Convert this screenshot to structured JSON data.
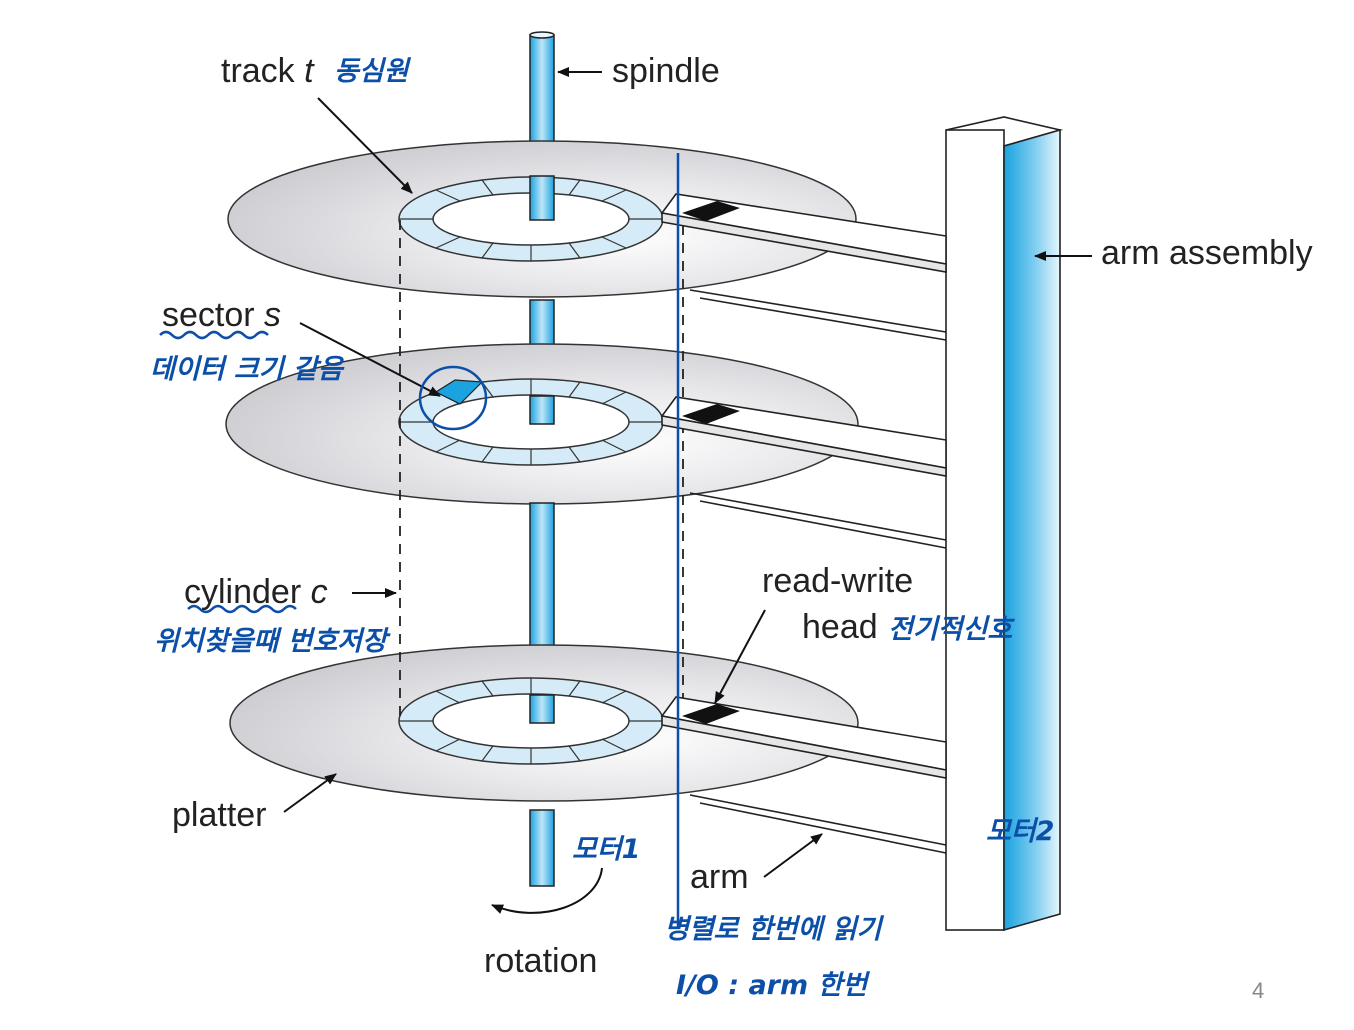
{
  "labels": {
    "track": "track",
    "track_var": "t",
    "spindle": "spindle",
    "arm_assembly": "arm assembly",
    "sector": "sector",
    "sector_var": "s",
    "cylinder": "cylinder",
    "cylinder_var": "c",
    "read_write": "read-write",
    "head": "head",
    "platter": "platter",
    "arm": "arm",
    "rotation": "rotation"
  },
  "annotations": {
    "track_note": "동심원",
    "sector_note": "데이터 크기 같음",
    "cylinder_note": "위치찾을때 번호저장",
    "head_note": "전기적신호",
    "motor1": "모터1",
    "motor2": "모터2",
    "parallel_note": "병렬로 한번에 읽기",
    "io_note": "I/O : arm 한번"
  },
  "page_number": "4",
  "colors": {
    "blue_accent": "#1aa3e0",
    "light_blue": "#d5ecf8",
    "platter_gray": "#d9d9dc",
    "pen_ink": "#0b4fa8"
  }
}
